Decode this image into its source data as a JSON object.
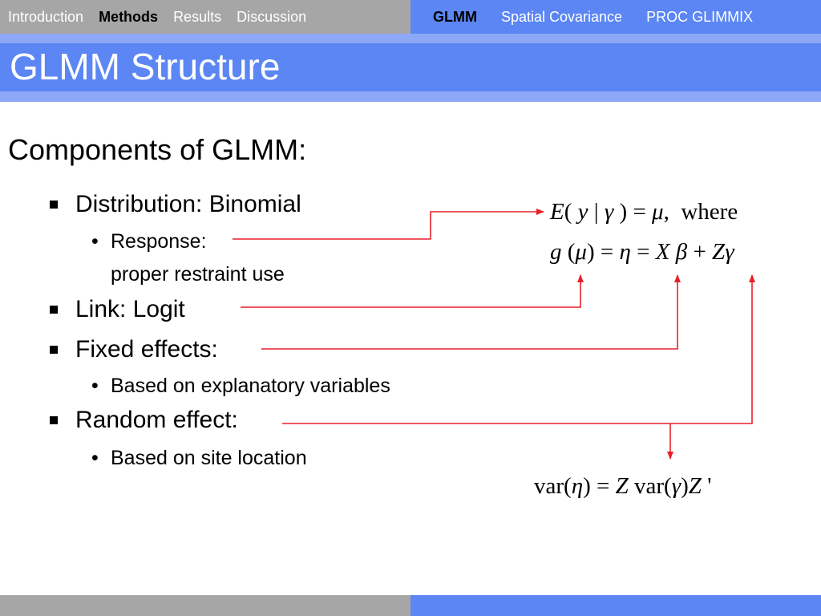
{
  "nav": {
    "left": [
      {
        "label": "Introduction",
        "active": false
      },
      {
        "label": "Methods",
        "active": true
      },
      {
        "label": "Results",
        "active": false
      },
      {
        "label": "Discussion",
        "active": false
      }
    ],
    "right": [
      {
        "label": "GLMM",
        "active": true
      },
      {
        "label": "Spatial Covariance",
        "active": false
      },
      {
        "label": "PROC GLIMMIX",
        "active": false
      }
    ]
  },
  "slide": {
    "title": "GLMM Structure",
    "subtitle": "Components of GLMM:",
    "bullets": [
      "Distribution: Binomial",
      "Link: Logit",
      "Fixed effects:",
      "Random effect:"
    ],
    "sub_bullets": {
      "response": "Response:",
      "response_cont": "proper restraint use",
      "fixed": "Based on explanatory variables",
      "random": "Based on site location"
    }
  },
  "equations": {
    "eq1": {
      "lhs": "E",
      "open": "(",
      "y": "y",
      "bar": "|",
      "gamma": "γ",
      "close": ")",
      "eq": "=",
      "mu": "μ",
      "comma": ",",
      "where": "where"
    },
    "eq2": {
      "g": "g",
      "open": "(",
      "mu": "μ",
      "close": ")",
      "eq1": "=",
      "eta": "η",
      "eq2": "=",
      "X": "X",
      "beta": "β",
      "plus": "+",
      "Z": "Z",
      "gamma": "γ"
    },
    "eq3": {
      "var1": "var(",
      "eta": "η",
      "close1": ")",
      "eq": "=",
      "Z": "Z",
      "var2": "var(",
      "gamma": "γ",
      "close2": ")",
      "Zt": "Z",
      "prime": "'"
    }
  },
  "colors": {
    "nav_gray": "#a6a6a6",
    "accent_blue": "#5b86f4",
    "stripe_blue": "#8ea8f8",
    "arrow_red": "#e8202a"
  }
}
